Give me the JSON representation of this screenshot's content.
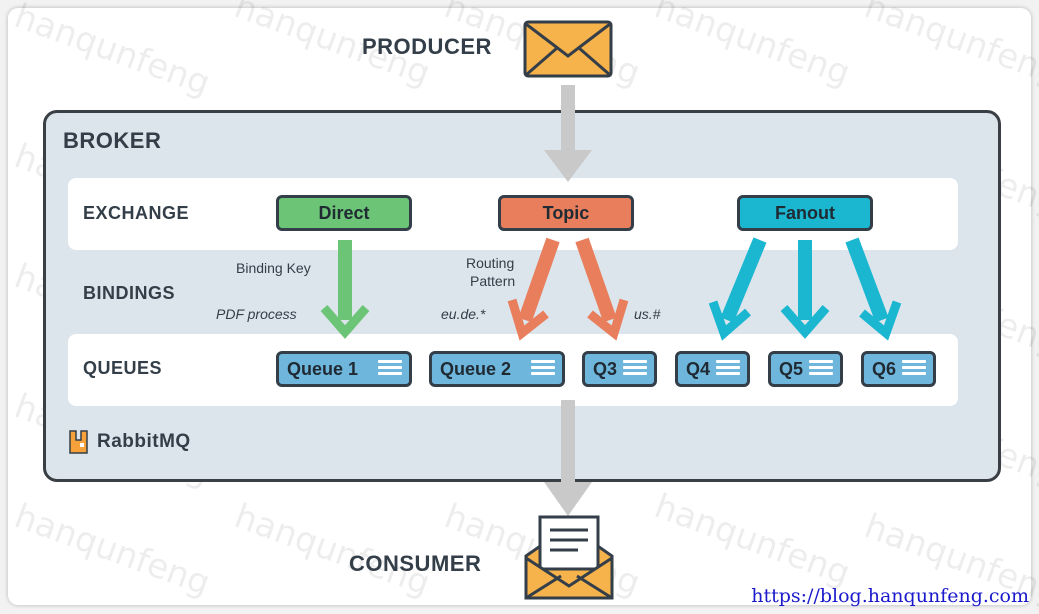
{
  "producer_label": "PRODUCER",
  "consumer_label": "CONSUMER",
  "broker_label": "BROKER",
  "rows": {
    "exchange": "EXCHANGE",
    "bindings": "BINDINGS",
    "queues": "QUEUES"
  },
  "exchanges": [
    {
      "label": "Direct",
      "color": "#6cc576"
    },
    {
      "label": "Topic",
      "color": "#e87e5b"
    },
    {
      "label": "Fanout",
      "color": "#1bb7d1"
    }
  ],
  "binding_texts": {
    "binding_key": "Binding Key",
    "pdf_process": "PDF process",
    "routing_pattern_line1": "Routing",
    "routing_pattern_line2": "Pattern",
    "eu_de": "eu.de.*",
    "us": "us.#"
  },
  "queues": [
    "Queue 1",
    "Queue 2",
    "Q3",
    "Q4",
    "Q5",
    "Q6"
  ],
  "brand": "RabbitMQ",
  "watermark": "hanqunfeng",
  "url": "https://blog.hanqunfeng.com"
}
